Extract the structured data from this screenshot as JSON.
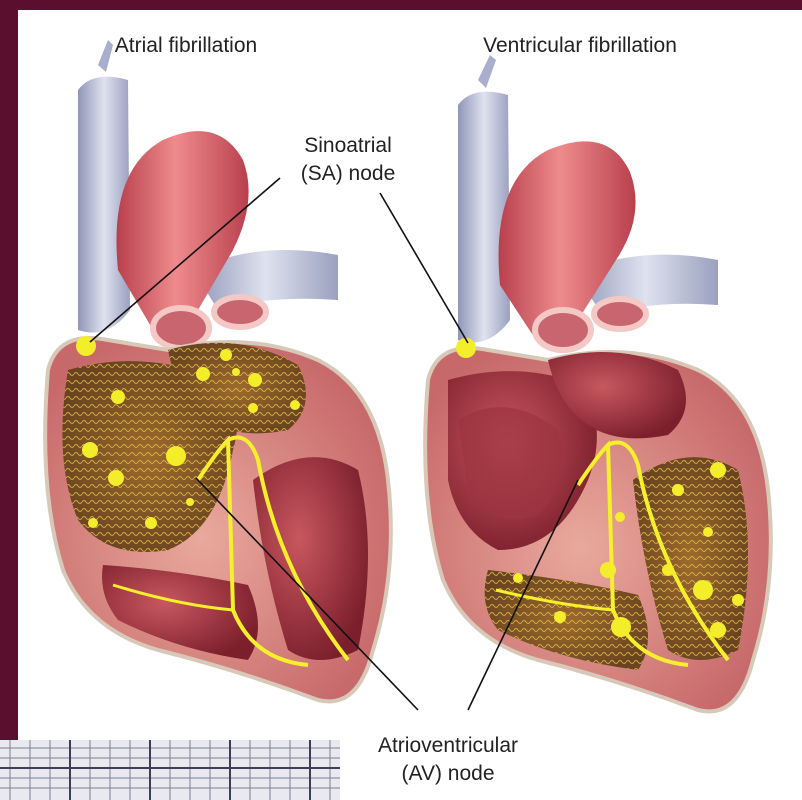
{
  "titles": {
    "left": "Atrial fibrillation",
    "right": "Ventricular fibrillation"
  },
  "labels": {
    "sa_line1": "Sinoatrial",
    "sa_line2": "(SA) node",
    "av_line1": "Atrioventricular",
    "av_line2": "(AV) node"
  },
  "colors": {
    "frame": "#5a0f2e",
    "aorta": "#d9646e",
    "vein": "#b9bfd6",
    "muscle": "#a8333f",
    "fibrillation": "#f4ee2a",
    "conduction": "#f6f02c"
  }
}
